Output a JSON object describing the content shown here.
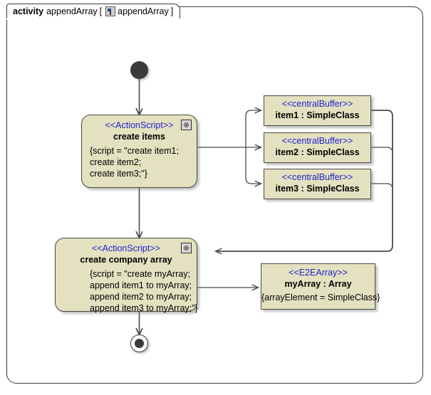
{
  "frame": {
    "tab": {
      "keyword": "activity",
      "name": "appendArray",
      "bracket_open": "[",
      "icon": "activity-diagram-icon",
      "inner_name": "appendArray",
      "bracket_close": "]"
    }
  },
  "nodes": {
    "initial": {
      "label": "initial-node"
    },
    "final": {
      "label": "activity-final-node"
    },
    "create_items": {
      "stereotype": "<<ActionScript>>",
      "name": "create items",
      "icon": "action-script-icon",
      "body": [
        "{script = \"create item1;",
        "create item2;",
        "create item3;\"}"
      ]
    },
    "create_company_array": {
      "stereotype": "<<ActionScript>>",
      "name": "create company array",
      "icon": "action-script-icon",
      "body": [
        "{script = \"create myArray;",
        "append item1 to myArray;",
        "append item2 to myArray;",
        "append item3 to myArray;\"}"
      ]
    },
    "buffers": [
      {
        "stereotype": "<<centralBuffer>>",
        "name": "item1 : SimpleClass"
      },
      {
        "stereotype": "<<centralBuffer>>",
        "name": "item2 : SimpleClass"
      },
      {
        "stereotype": "<<centralBuffer>>",
        "name": "item3 : SimpleClass"
      }
    ],
    "my_array": {
      "stereotype": "<<E2EArray>>",
      "name": "myArray : Array",
      "body": [
        "{arrayElement = SimpleClass}"
      ]
    }
  },
  "colors": {
    "node_fill": "#e4e1c0",
    "node_border": "#4a4a42",
    "stereotype_text": "#2222cc",
    "name_text": "#000000",
    "edge": "#4a4a4a",
    "background": "#ffffff"
  }
}
